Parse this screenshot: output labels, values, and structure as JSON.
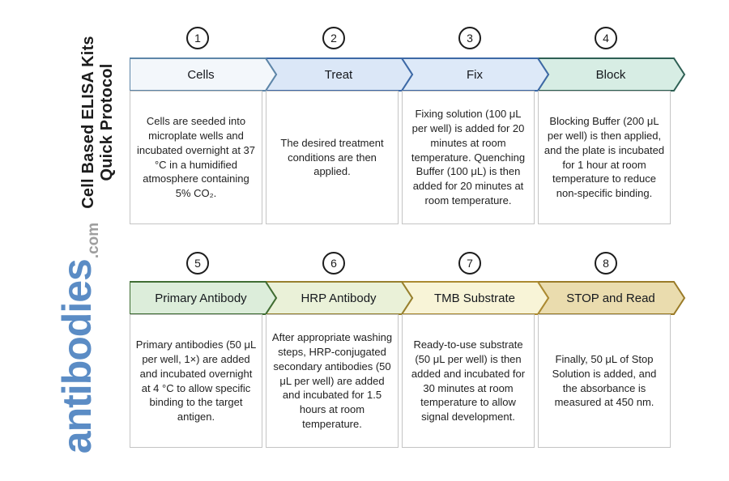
{
  "page": {
    "background": "#ffffff"
  },
  "sidebar": {
    "title": "Cell Based ELISA Kits\nQuick Protocol",
    "logo_text": "antibodies",
    "logo_suffix": ".com",
    "logo_color": "#5b8cc5",
    "logo_suffix_color": "#9e9e9e"
  },
  "steps": [
    {
      "number": "1",
      "label": "Cells",
      "description": "Cells are seeded into microplate wells and incubated overnight at 37 °C in a humidified atmosphere containing 5% CO₂.",
      "fill": "#f3f7fb",
      "stroke": "#5e86a8"
    },
    {
      "number": "2",
      "label": "Treat",
      "description": "The desired treatment conditions are then applied.",
      "fill": "#dbe7f7",
      "stroke": "#3d69a6"
    },
    {
      "number": "3",
      "label": "Fix",
      "description": "Fixing solution (100 μL per well) is added for 20 minutes at room temperature. Quenching Buffer (100 μL) is then added for 20 minutes at room temperature.",
      "fill": "#dde9f8",
      "stroke": "#3d69a6"
    },
    {
      "number": "4",
      "label": "Block",
      "description": "Blocking Buffer (200 μL per well) is then applied, and the plate is incubated for 1 hour at room temperature to reduce non-specific binding.",
      "fill": "#d7ede4",
      "stroke": "#2e6054"
    },
    {
      "number": "5",
      "label": "Primary Antibody",
      "description": "Primary antibodies (50 μL per well, 1×) are added and incubated overnight at 4 °C to allow specific binding to the target antigen.",
      "fill": "#dcedda",
      "stroke": "#3f6d33"
    },
    {
      "number": "6",
      "label": "HRP Antibody",
      "description": "After appropriate washing steps, HRP-conjugated secondary antibodies (50 μL per well) are added and incubated for 1.5 hours at room temperature.",
      "fill": "#eaf1d8",
      "stroke": "#97802e"
    },
    {
      "number": "7",
      "label": "TMB Substrate",
      "description": "Ready-to-use substrate (50 μL per well) is then added and incubated for 30 minutes at room temperature to allow signal development.",
      "fill": "#f8f4d7",
      "stroke": "#ab8a31"
    },
    {
      "number": "8",
      "label": "STOP and Read",
      "description": "Finally, 50 μL of Stop Solution is added, and the absorbance is measured at 450 nm.",
      "fill": "#eadcae",
      "stroke": "#9a7b28"
    }
  ]
}
